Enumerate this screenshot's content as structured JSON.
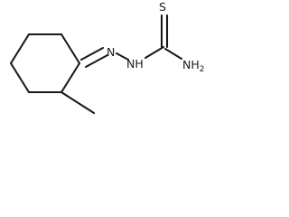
{
  "molecule": {
    "atoms": {
      "sulfur": "S",
      "hydrazone_nitrogen": "N",
      "amine_nh": "NH",
      "amide_nh2": "NH2",
      "amide_nh2_text": "NH",
      "amide_nh2_subscript": "2"
    },
    "bond_color": "#1a1a1a"
  }
}
